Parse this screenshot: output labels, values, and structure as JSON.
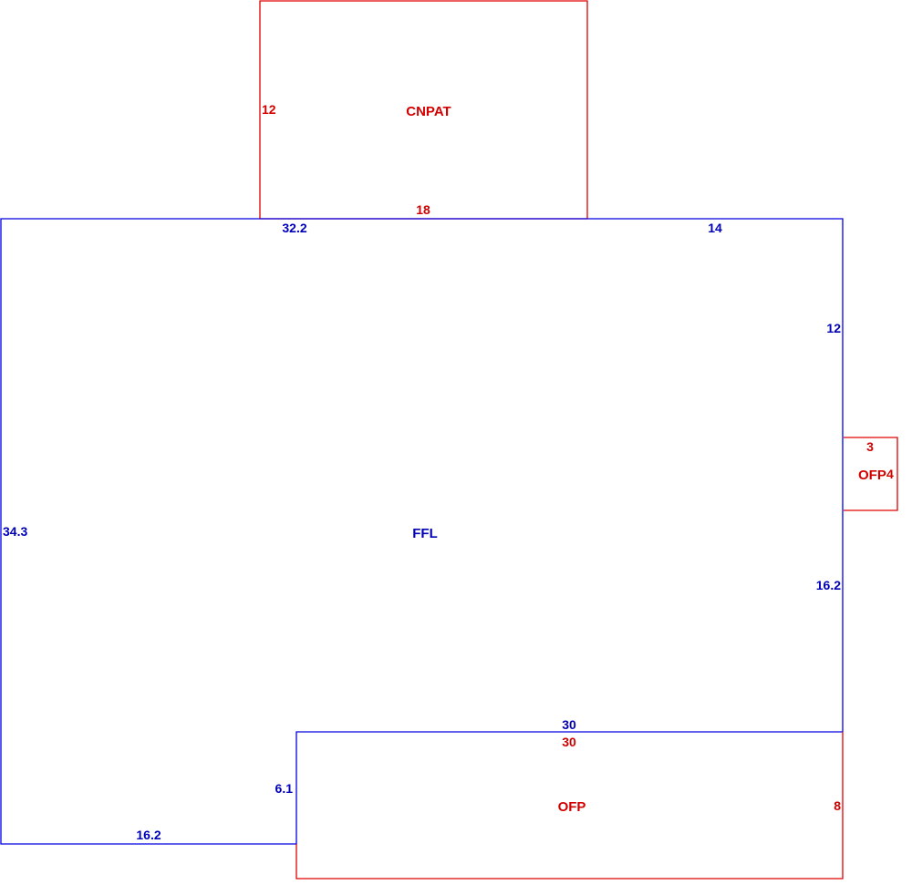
{
  "areas": {
    "cnpat": {
      "label": "CNPAT",
      "color": "#d40000",
      "dimensions": {
        "side": "12",
        "base": "18"
      }
    },
    "ffl": {
      "label": "FFL",
      "color": "#0000b8",
      "dimensions": {
        "top_left": "32.2",
        "top_right": "14",
        "right_upper": "12",
        "right_lower": "16.2",
        "left": "34.3",
        "bottom_left": "16.2",
        "notch_side": "6.1",
        "notch_top": "30"
      }
    },
    "ofp_side": {
      "label": "OFP",
      "color": "#d40000",
      "dimensions": {
        "width": "3",
        "height": "4"
      }
    },
    "ofp_bottom": {
      "label": "OFP",
      "color": "#d40000",
      "dimensions": {
        "top": "30",
        "side": "8"
      }
    }
  }
}
